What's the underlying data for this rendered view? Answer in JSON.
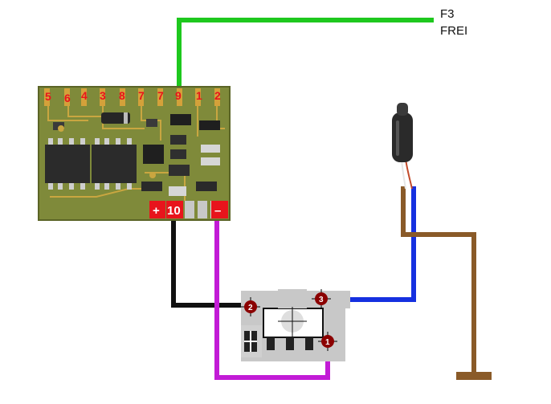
{
  "annotation": {
    "line1": "F3",
    "line2": "FREI"
  },
  "decoder": {
    "pins": [
      "5",
      "6",
      "4",
      "3",
      "8",
      "7",
      "7",
      "9",
      "1",
      "2"
    ],
    "power": {
      "plus": "+",
      "ten": "10",
      "minus": "–"
    }
  },
  "regulator": {
    "pins": [
      "1",
      "2",
      "3"
    ]
  },
  "wires": {
    "green": "#1ec81e",
    "black": "#111111",
    "purple": "#c21bd6",
    "blue": "#1530e0",
    "brown": "#8a5a28"
  }
}
